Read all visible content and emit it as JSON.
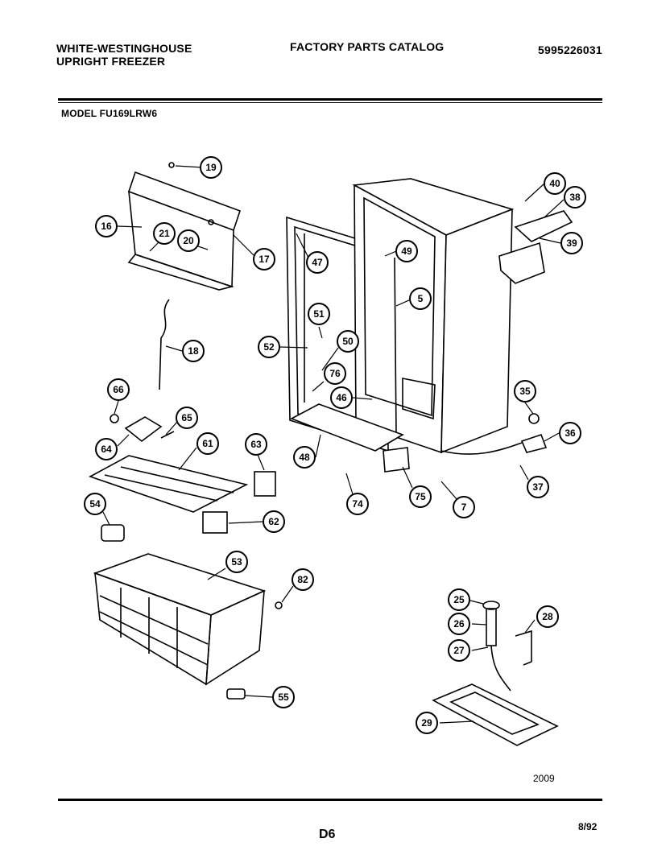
{
  "header": {
    "brand_line1": "WHITE-WESTINGHOUSE",
    "brand_line2": "UPRIGHT FREEZER",
    "catalog": "FACTORY PARTS CATALOG",
    "catalog_number": "5995226031",
    "model": "MODEL FU169LRW6"
  },
  "callouts": [
    "19",
    "16",
    "21",
    "20",
    "17",
    "47",
    "49",
    "5",
    "40",
    "38",
    "39",
    "51",
    "52",
    "50",
    "76",
    "46",
    "18",
    "66",
    "65",
    "64",
    "61",
    "63",
    "48",
    "74",
    "75",
    "7",
    "35",
    "36",
    "37",
    "54",
    "62",
    "53",
    "82",
    "25",
    "26",
    "28",
    "27",
    "55",
    "29"
  ],
  "footer": {
    "figure_number": "2009",
    "page": "D6",
    "date": "8/92"
  }
}
